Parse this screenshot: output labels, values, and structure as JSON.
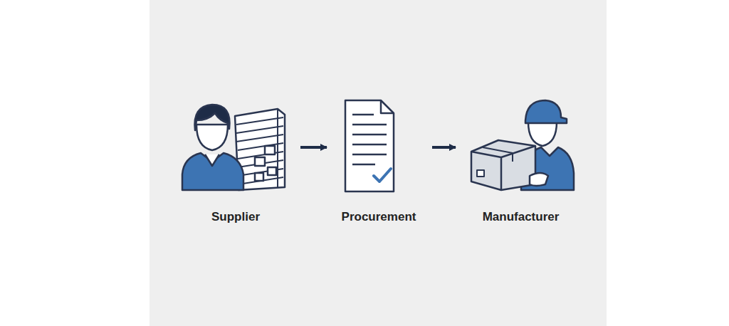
{
  "diagram": {
    "nodes": [
      {
        "text": [
          "Supplier"
        ]
      },
      {
        "text": [
          "Procurement"
        ]
      },
      {
        "text": [
          "Manufacturer"
        ]
      }
    ],
    "edges": [
      {
        "from": 0,
        "to": 1,
        "arrow": "to"
      },
      {
        "from": 1,
        "to": 2,
        "arrow": "to"
      }
    ]
  }
}
